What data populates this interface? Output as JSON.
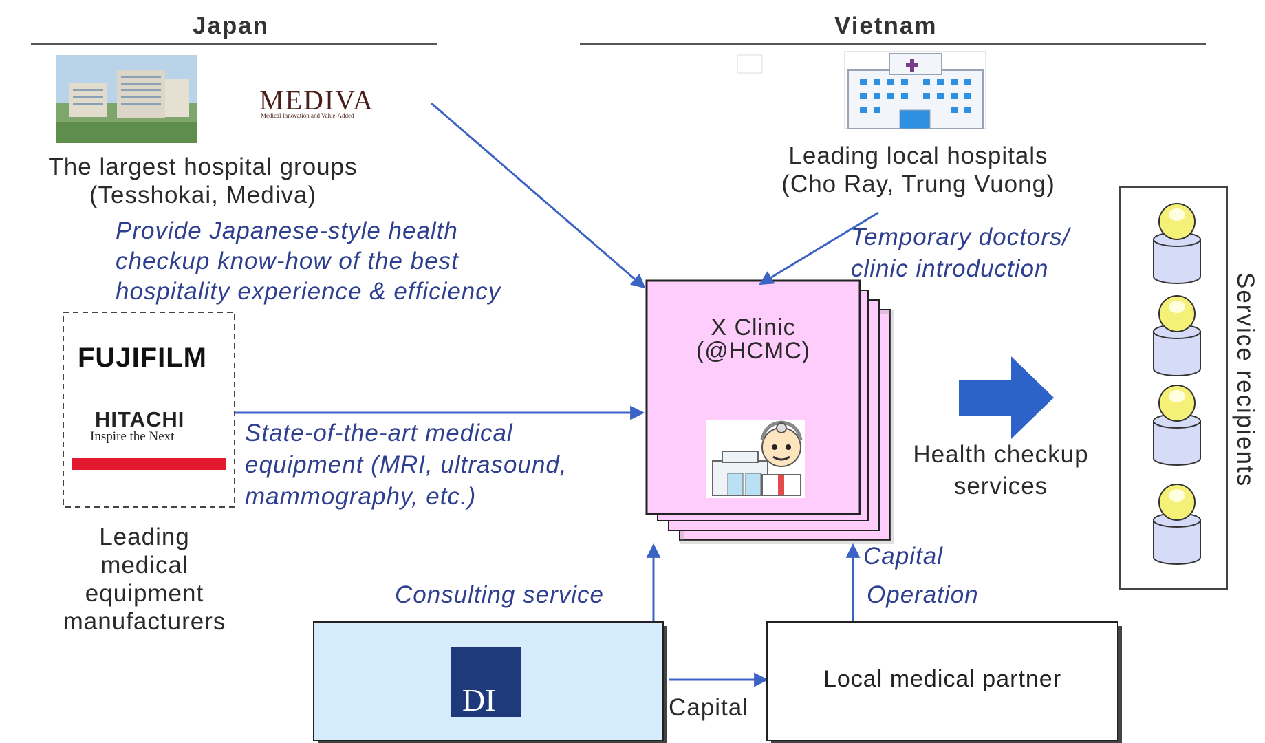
{
  "japan": {
    "header": "Japan",
    "hospital_groups": {
      "line1": "The largest hospital groups",
      "line2": "(Tesshokai, Mediva)"
    },
    "mediva_logo": {
      "name": "MEDIVA",
      "tagline": "Medical Innovation and Value-Added"
    },
    "knowhow": {
      "line1": "Provide Japanese-style health",
      "line2": "checkup know-how of the best",
      "line3": "hospitality experience & efficiency"
    },
    "equipment_makers": {
      "fujifilm_logo": "FUJIFILM",
      "hitachi_logo": "HITACHI",
      "hitachi_tagline": "Inspire the Next",
      "line1": "Leading",
      "line2": "medical",
      "line3": "equipment",
      "line4": "manufacturers"
    },
    "equipment": {
      "line1": "State-of-the-art medical",
      "line2": "equipment (MRI, ultrasound,",
      "line3": "mammography, etc.)"
    }
  },
  "vietnam": {
    "header": "Vietnam",
    "hospitals": {
      "line1": "Leading local hospitals",
      "line2": "(Cho Ray, Trung Vuong)"
    },
    "doctors": {
      "line1": "Temporary doctors/",
      "line2": "clinic introduction"
    }
  },
  "clinic": {
    "line1": "X Clinic",
    "line2": "(@HCMC)"
  },
  "services": {
    "line1": "Health checkup",
    "line2": "services"
  },
  "recipients": {
    "label": "Service recipients"
  },
  "di_box": {
    "logo": "DI",
    "consulting": "Consulting service",
    "capital": "Capital"
  },
  "partner": {
    "label": "Local medical partner",
    "capital": "Capital",
    "operation": "Operation"
  },
  "colors": {
    "arrow_blue": "#3b63c4",
    "italic_blue": "#2e3f8f",
    "clinic_pink": "#ffcdfb",
    "di_box_blue": "#d4ecfc",
    "di_logo_navy": "#1e3a7a",
    "big_arrow_blue": "#2d62c9",
    "person_yellow": "#f4f078",
    "person_body": "#d6dcf7",
    "hitachi_red": "#e3172d"
  }
}
